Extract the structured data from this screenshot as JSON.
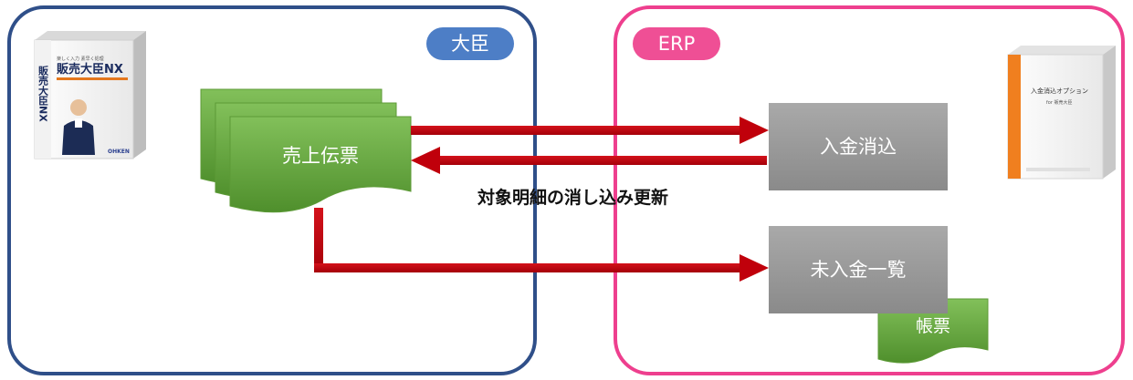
{
  "panels": {
    "left_label": "大臣",
    "right_label": "ERP"
  },
  "nodes": {
    "sales_slip": "売上伝票",
    "payment_clearing": "入金消込",
    "unpaid_list": "未入金一覧",
    "report": "帳票"
  },
  "arrows": {
    "update_caption": "対象明細の消し込み更新"
  },
  "products": {
    "left_box_title": "販売大臣NX",
    "left_box_side": "販売大臣NX",
    "left_box_tagline": "楽しく入力 素早く処理",
    "left_box_brand": "OHKEN",
    "right_box_title": "入金消込オプション",
    "right_box_subtitle": "for 販売大臣"
  },
  "colors": {
    "left_border": "#2f4f89",
    "right_border": "#ee3f8e",
    "arrow": "#c0000b",
    "slip_green": "#70ad47",
    "gray_box": "#999999"
  }
}
